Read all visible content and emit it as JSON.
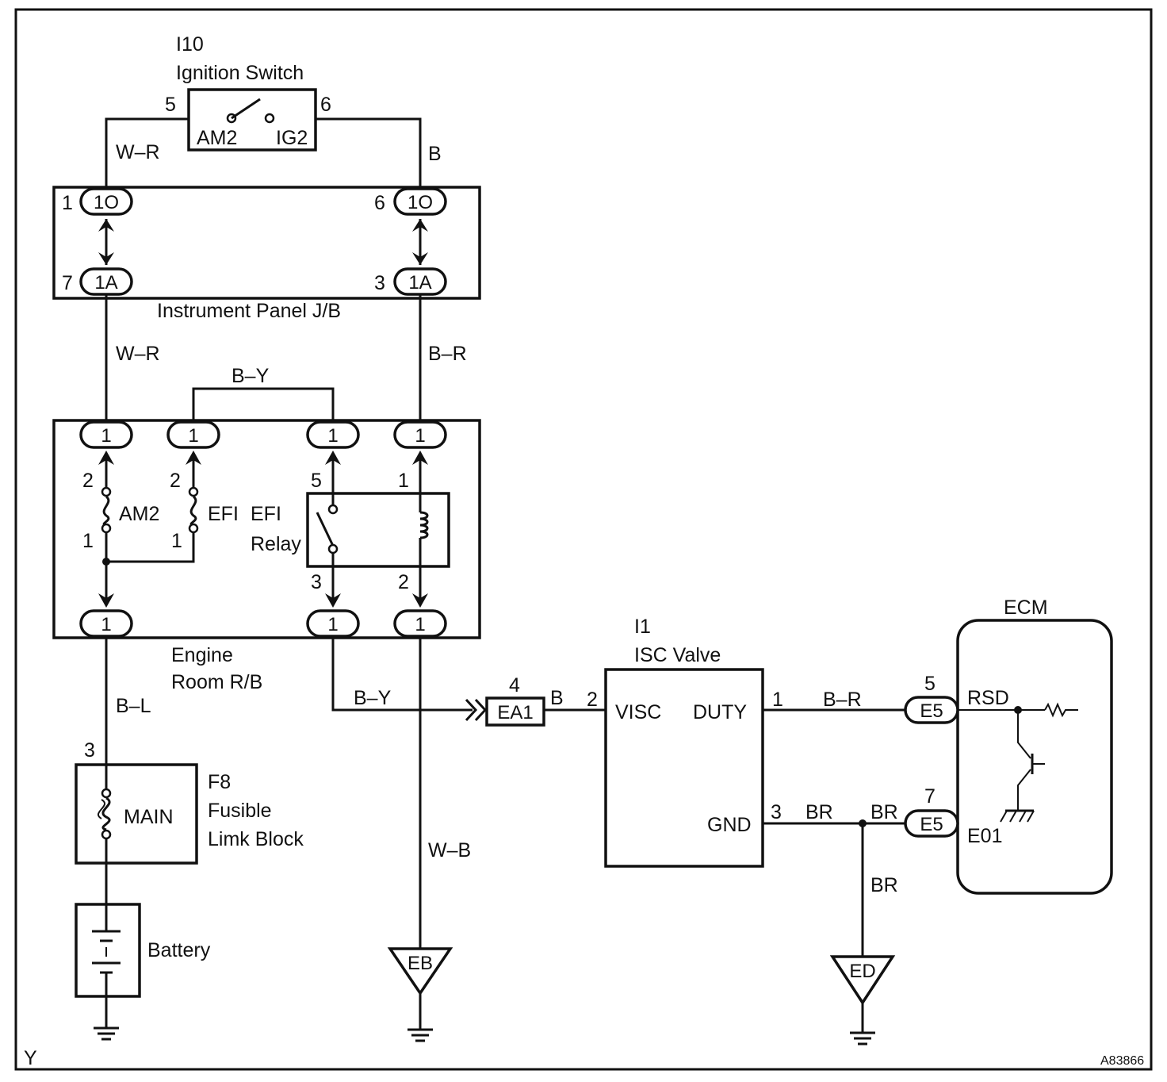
{
  "frame": {
    "corner_left": "Y",
    "corner_right": "A83866"
  },
  "ignition": {
    "id": "I10",
    "name": "Ignition Switch",
    "pin_left": "5",
    "pin_right": "6",
    "term_left": "AM2",
    "term_right": "IG2"
  },
  "wires": {
    "w_top_left": "W–R",
    "w_top_right": "B",
    "w_mid_left": "W–R",
    "w_mid_right": "B–R",
    "w_bridge": "B–Y",
    "w_bl": "B–L",
    "w_isc_feed": "B–Y",
    "w_ea1_out": "B",
    "w_wb": "W–B",
    "w_duty": "B–R",
    "w_gnd": "BR",
    "w_gnd2": "BR",
    "w_gnd_down": "BR"
  },
  "ipjb": {
    "name": "Instrument Panel J/B",
    "c1": "1O",
    "c1_pin": "1",
    "c2": "1O",
    "c2_pin": "6",
    "c3": "1A",
    "c3_pin": "7",
    "c4": "1A",
    "c4_pin": "3"
  },
  "errb": {
    "name_line1": "Engine",
    "name_line2": "Room R/B",
    "top_conn": "1",
    "am2_label": "AM2",
    "am2_pin_top": "2",
    "am2_pin_bot": "1",
    "efi_label": "EFI",
    "efi_pin_top": "2",
    "efi_pin_bot": "1",
    "relay_label_1": "EFI",
    "relay_label_2": "Relay",
    "relay_pin_5": "5",
    "relay_pin_3": "3",
    "relay_pin_1": "1",
    "relay_pin_2": "2",
    "bottom_conn": "1"
  },
  "fusible": {
    "id": "F8",
    "line1": "Fusible",
    "line2": "Limk Block",
    "fuse": "MAIN",
    "pin": "3"
  },
  "battery": {
    "label": "Battery"
  },
  "ea1": {
    "name": "EA1",
    "pin": "4"
  },
  "isc": {
    "id": "I1",
    "name": "ISC Valve",
    "visc": "VISC",
    "duty": "DUTY",
    "gnd": "GND",
    "pin_visc": "2",
    "pin_duty": "1",
    "pin_gnd": "3"
  },
  "ecm": {
    "name": "ECM",
    "e5a": "E5",
    "e5a_pin": "5",
    "e5b": "E5",
    "e5b_pin": "7",
    "rsd": "RSD",
    "e01": "E01"
  },
  "grounds": {
    "eb": "EB",
    "ed": "ED"
  }
}
